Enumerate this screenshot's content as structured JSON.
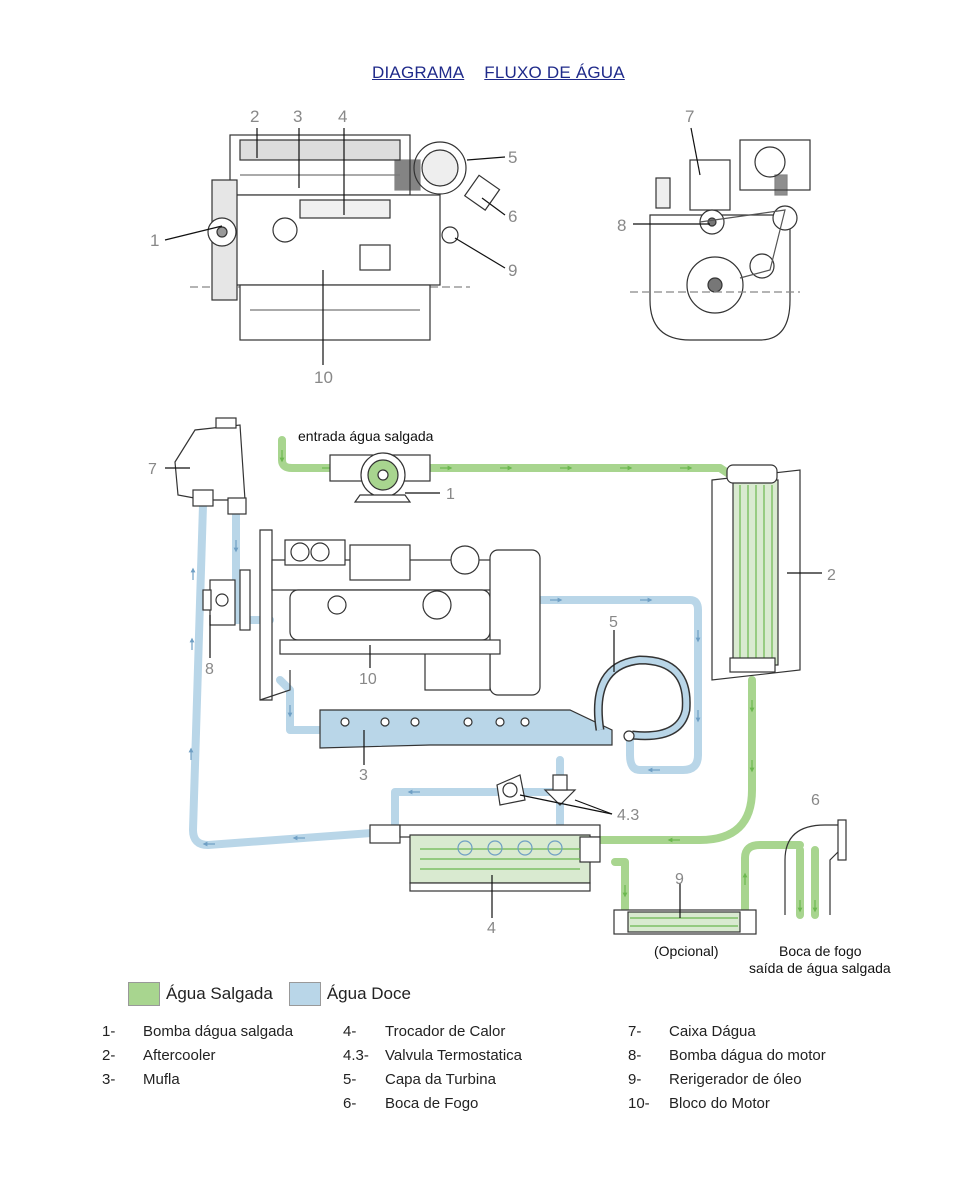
{
  "title_part1": "DIAGRAMA",
  "title_part2": "FLUXO DE ÁGUA",
  "colors": {
    "salt": "#a8d58f",
    "fresh": "#b9d6e8",
    "salt_arrow": "#6cb84f",
    "fresh_arrow": "#6f9fc4",
    "title": "#1f2a8a"
  },
  "top_callouts": {
    "c1": "1",
    "c2": "2",
    "c3": "3",
    "c4": "4",
    "c5": "5",
    "c6": "6",
    "c7": "7",
    "c8": "8",
    "c9": "9",
    "c10": "10"
  },
  "flow_labels": {
    "inlet": "entrada água salgada",
    "n1": "1",
    "n2": "2",
    "n3": "3",
    "n4": "4",
    "n43": "4.3",
    "n5": "5",
    "n6": "6",
    "n7": "7",
    "n8": "8",
    "n9": "9",
    "n10": "10",
    "optional": "(Opcional)",
    "exhaust_line1": "Boca de fogo",
    "exhaust_line2": "saída de água salgada"
  },
  "legend": {
    "salt": "Água Salgada",
    "fresh": "Água Doce"
  },
  "items": [
    {
      "num": "1-",
      "label": "Bomba dágua salgada"
    },
    {
      "num": "2-",
      "label": "Aftercooler"
    },
    {
      "num": "3-",
      "label": "Mufla"
    },
    {
      "num": "4-",
      "label": "Trocador de Calor"
    },
    {
      "num": "4.3-",
      "label": "Valvula Termostatica"
    },
    {
      "num": "5-",
      "label": "Capa da Turbina"
    },
    {
      "num": "6-",
      "label": "Boca de Fogo"
    },
    {
      "num": "7-",
      "label": "Caixa Dágua"
    },
    {
      "num": "8-",
      "label": "Bomba dágua do motor"
    },
    {
      "num": "9-",
      "label": "Rerigerador de óleo"
    },
    {
      "num": "10-",
      "label": "Bloco do Motor"
    }
  ]
}
